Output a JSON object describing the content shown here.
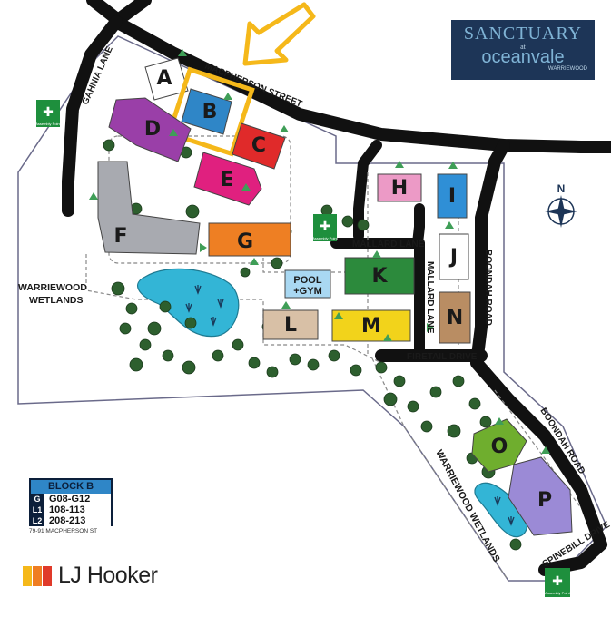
{
  "brand": {
    "line1": "SANCTUARY",
    "line2": "at",
    "line3": "oceanvale",
    "line4": "WARRIEWOOD"
  },
  "roads": {
    "macpherson": "MACPHERSON STREET",
    "gahnia": "GAHNIA LANE",
    "mallard": "MALLARD LANE",
    "mallard_v": "MALLARD LANE",
    "firetail": "FIRETAIL DRIVE",
    "boondah_1": "BOONDAH ROAD",
    "boondah_2": "BOONDAH ROAD",
    "spinebill": "SPINEBILL DRIVE"
  },
  "wetlands": {
    "left_line1": "WARRIEWOOD",
    "left_line2": "WETLANDS",
    "right": "WARRIEWOOD WETLANDS"
  },
  "compass": {
    "label": "N"
  },
  "assembly_point_label": "Assembly Point",
  "blocks": {
    "A": {
      "label": "A",
      "color": "#ffffff"
    },
    "B": {
      "label": "B",
      "color": "#2f86c7"
    },
    "C": {
      "label": "C",
      "color": "#e02a2a"
    },
    "D": {
      "label": "D",
      "color": "#9a3fa8"
    },
    "E": {
      "label": "E",
      "color": "#e0207f"
    },
    "F": {
      "label": "F",
      "color": "#a8aab0"
    },
    "G": {
      "label": "G",
      "color": "#ee7f23"
    },
    "H": {
      "label": "H",
      "color": "#ec9ac6"
    },
    "I": {
      "label": "I",
      "color": "#2f8fd6"
    },
    "J": {
      "label": "J",
      "color": "#ffffff"
    },
    "K": {
      "label": "K",
      "color": "#2c8a3c"
    },
    "L": {
      "label": "L",
      "color": "#d8c0a6"
    },
    "M": {
      "label": "M",
      "color": "#f2d31b"
    },
    "N": {
      "label": "N",
      "color": "#b98d63"
    },
    "O": {
      "label": "O",
      "color": "#6fae2e"
    },
    "P": {
      "label": "P",
      "color": "#9b8ad6"
    }
  },
  "pool": {
    "line1": "POOL",
    "line2": "+GYM",
    "color": "#a9d8f2"
  },
  "highlight_color": "#f5b81a",
  "legend": {
    "title": "BLOCK B",
    "rows": [
      {
        "level": "G",
        "value": "G08-G12"
      },
      {
        "level": "L1",
        "value": "108-113"
      },
      {
        "level": "L2",
        "value": "208-213"
      }
    ],
    "address": "79-91 MACPHERSON ST"
  },
  "agency": {
    "name": "LJ Hooker",
    "colors": [
      "#f5b81a",
      "#ef7d22",
      "#e03a2a"
    ]
  }
}
